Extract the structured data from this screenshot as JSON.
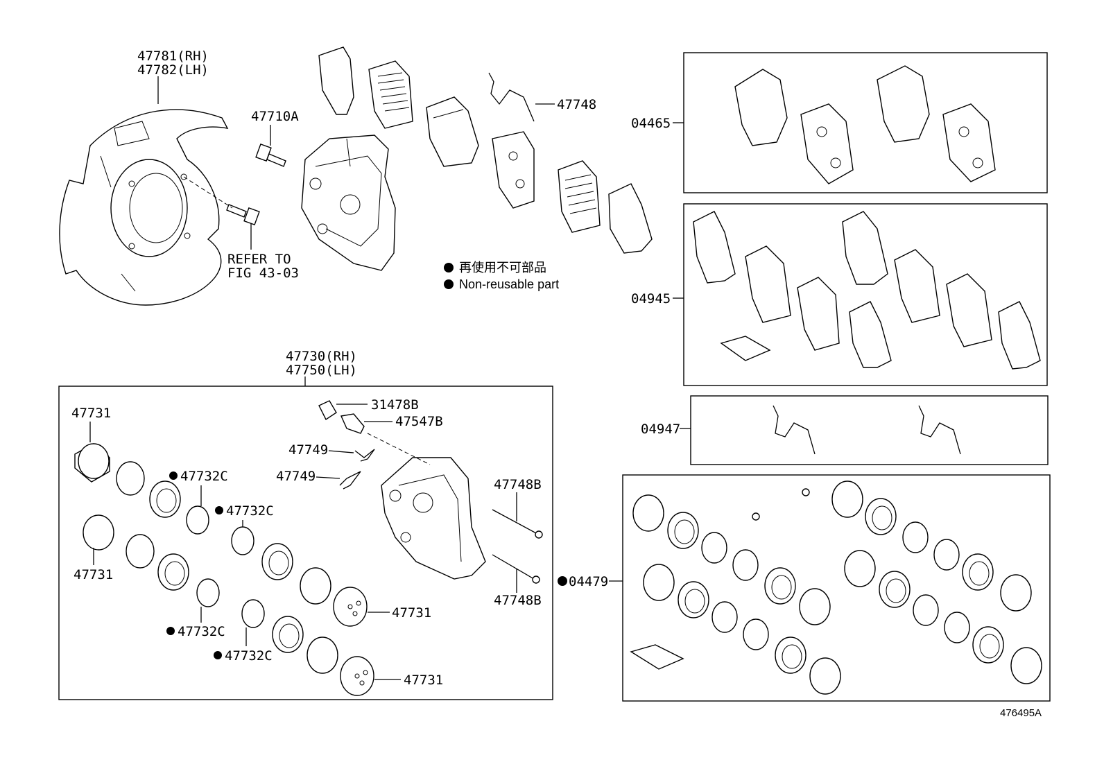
{
  "labels": {
    "shield_rh": "47781(RH)",
    "shield_lh": "47782(LH)",
    "bolt": "47710A",
    "refer_1": "REFER TO",
    "refer_2": "FIG 43-03",
    "spring_top": "47748",
    "caliper_rh": "47730(RH)",
    "caliper_lh": "47750(LH)",
    "piston_a": "47731",
    "piston_b": "47731",
    "piston_c": "47731",
    "piston_d": "47731",
    "seal_a": "47732C",
    "seal_b": "47732C",
    "seal_c": "47732C",
    "seal_d": "47732C",
    "cap": "31478B",
    "bleeder": "47547B",
    "clip_a": "47749",
    "clip_b": "47749",
    "pin_a": "47748B",
    "pin_b": "47748B",
    "kit_pads": "04465",
    "kit_shims": "04945",
    "kit_springs": "04947",
    "kit_seals": "04479",
    "diagram_id": "476495A"
  },
  "legend": {
    "japanese": "再使用不可部品",
    "english": "Non-reusable part"
  },
  "colors": {
    "line": "#000000",
    "background": "#ffffff"
  }
}
